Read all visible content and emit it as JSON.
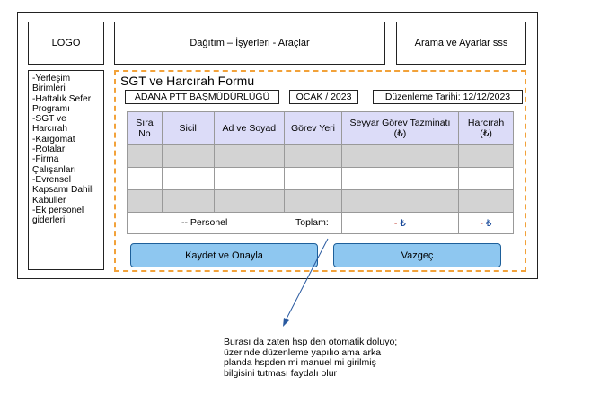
{
  "header": {
    "logo": "LOGO",
    "menu": "Dağıtım – İşyerleri - Araçlar",
    "search": "Arama ve Ayarlar sss"
  },
  "sidebar": {
    "items": [
      "-Yerleşim\nBirimleri",
      "-Haftalık Sefer\nProgramı",
      "-SGT ve\nHarcırah",
      "-Kargomat",
      "-Rotalar",
      "-Firma\nÇalışanları",
      "-Evrensel\nKapsamı Dahili\nKabuller",
      "-Ek personel\ngiderleri"
    ]
  },
  "form": {
    "title": "SGT ve Harcırah Formu",
    "office": "ADANA PTT BAŞMÜDÜRLÜĞÜ",
    "period": "OCAK / 2023",
    "edit_date": "Düzenleme Tarihi: 12/12/2023",
    "table": {
      "headers": {
        "no_line1": "Sıra",
        "no_line2": "No",
        "sicil": "Sicil",
        "name": "Ad ve Soyad",
        "place": "Görev Yeri",
        "allowance_line1": "Seyyar Görev Tazminatı",
        "allowance_line2": "(₺)",
        "harcirah_line1": "Harcırah",
        "harcirah_line2": "(₺)"
      },
      "footer": {
        "personnel": "-- Personel",
        "total_label": "Toplam:",
        "allowance_total_dash": "-",
        "allowance_total_sym": "₺",
        "harcirah_total_dash": "-",
        "harcirah_total_sym": "₺"
      }
    },
    "buttons": {
      "save": "Kaydet ve Onayla",
      "cancel": "Vazgeç"
    }
  },
  "annotation": {
    "text": "Burası da zaten hsp den otomatik doluyo;\nüzerinde düzenleme yapılıo ama arka\nplanda hspden mi manuel mi girilmiş\nbilgisini tutması faydalı olur"
  },
  "colors": {
    "header_bg": "#dcdcf8",
    "row_grey": "#d3d3d3",
    "button": "#8ec7f0",
    "dashed_border": "#f2a23a",
    "arrow": "#2a5aa0"
  }
}
